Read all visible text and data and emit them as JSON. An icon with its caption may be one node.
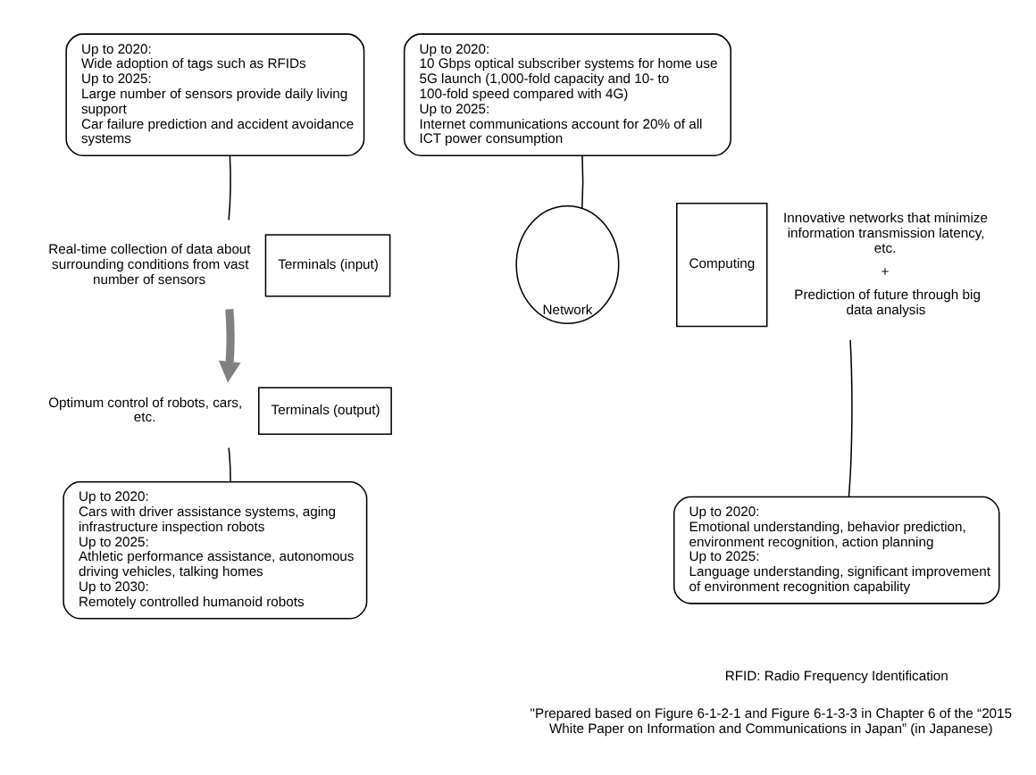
{
  "diagram": {
    "caption": "\"Prepared based on Figure 6-1-2-1 and Figure 6-1-3-3 in Chapter 6 of the “2015 White Paper on Information and Communications in Japan” (in Japanese)",
    "nodes": [
      {
        "text": [
          "Up to 2020:",
          "Wide adoption of tags such as RFIDs",
          "Up to 2025:",
          "Large number of sensors provide daily living support",
          "Car failure prediction and accident avoidance systems"
        ]
      },
      {
        "text": [
          "Up to 2020:",
          "10 Gbps optical subscriber systems for home use",
          "5G launch (1,000-fold capacity and 10- to 100-fold speed compared with 4G)",
          "Up to 2025:",
          "Internet communications account for 20% of all ICT power consumption"
        ]
      },
      {
        "text": [
          "Terminals (input)"
        ],
        "beside": [
          "Real-time collection of data about surrounding conditions from vast number of sensors"
        ]
      },
      {
        "text": [
          "Network"
        ]
      },
      {
        "text": [
          "Computing"
        ],
        "beside": [
          "Innovative networks that minimize information transmission latency, etc.",
          "+",
          "Prediction of future through big data analysis"
        ]
      },
      {
        "text": [
          "Terminals (output)"
        ],
        "beside": [
          "Optimum control of robots, cars, etc."
        ]
      },
      {
        "text": [
          "Up to 2020:",
          "Cars with driver assistance systems, aging infrastructure inspection robots",
          "Up to 2025:",
          "Athletic performance assistance, autonomous driving vehicles, talking homes",
          "Up to 2030:",
          "Remotely controlled humanoid robots"
        ]
      },
      {
        "text": [
          "Up to 2020:",
          "Emotional understanding, behavior prediction, environment recognition, action planning",
          "Up to 2025:",
          "Language understanding, significant improvement of environment recognition capability"
        ]
      }
    ],
    "edges": [
      {
        "from": 0,
        "to": 2,
        "arrow": "none"
      },
      {
        "from": 1,
        "to": 3,
        "arrow": "none"
      },
      {
        "from": 2,
        "to": 5,
        "arrow": "to",
        "style": "thick",
        "color": "#808080"
      },
      {
        "from": 6,
        "to": 5,
        "arrow": "none"
      },
      {
        "from": 7,
        "to": 4,
        "arrow": "none"
      }
    ],
    "labels": [
      "RFID: Radio Frequency Identification"
    ]
  }
}
